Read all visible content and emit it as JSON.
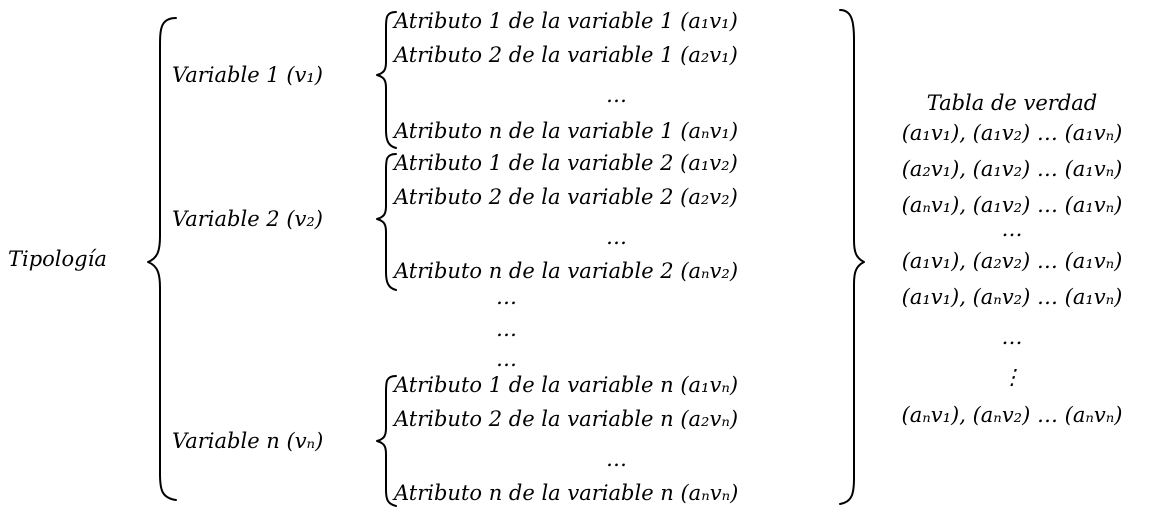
{
  "root": {
    "label": "Tipología"
  },
  "variables": [
    {
      "label": "Variable 1 (v₁)",
      "attributes": [
        "Atributo 1 de la variable 1 (a₁v₁)",
        "Atributo 2 de la variable 1 (a₂v₁)",
        "…",
        "Atributo n de la variable 1 (aₙv₁)"
      ]
    },
    {
      "label": "Variable 2 (v₂)",
      "attributes": [
        "Atributo 1 de la variable 2 (a₁v₂)",
        "Atributo 2 de la variable 2 (a₂v₂)",
        "…",
        "Atributo n de la variable 2 (aₙv₂)"
      ]
    },
    {
      "label": "Variable n (vₙ)",
      "attributes": [
        "Atributo 1 de la variable n (a₁vₙ)",
        "Atributo 2 de la variable n (a₂vₙ)",
        "…",
        "Atributo n de la variable n (aₙvₙ)"
      ]
    }
  ],
  "between_variables_ellipses": [
    "…",
    "…",
    "…"
  ],
  "truth_table": {
    "title": "Tabla de verdad",
    "rows": [
      "(a₁v₁), (a₁v₂) … (a₁vₙ)",
      "(a₂v₁), (a₁v₂) … (a₁vₙ)",
      "(aₙv₁), (a₁v₂) … (a₁vₙ)",
      "…",
      "(a₁v₁), (a₂v₂) … (a₁vₙ)",
      "(a₁v₁), (aₙv₂) … (a₁vₙ)",
      "…",
      "⋮",
      "(aₙv₁), (aₙv₂) … (aₙvₙ)"
    ]
  }
}
